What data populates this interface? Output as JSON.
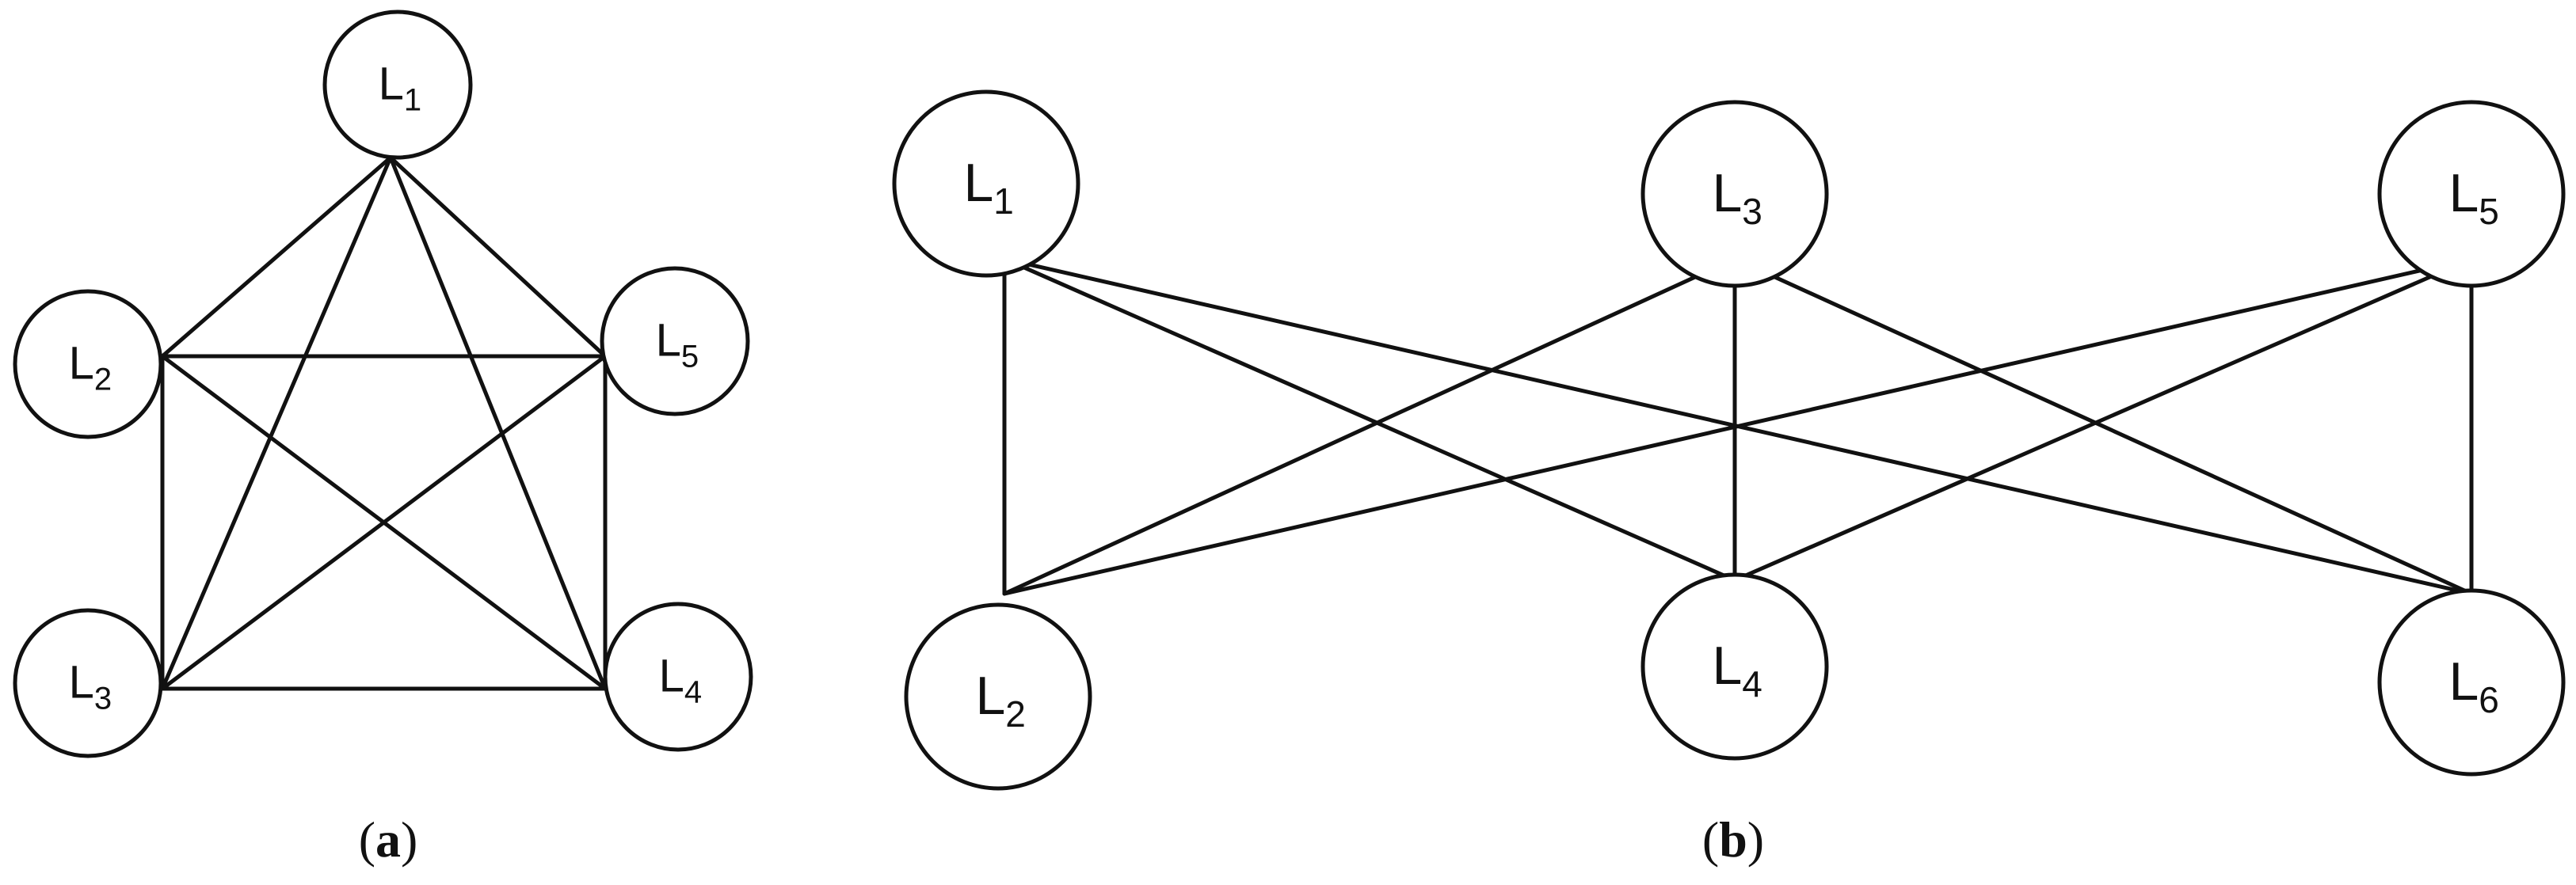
{
  "panels": [
    {
      "id": "a",
      "caption_letter": "a",
      "nodes": [
        {
          "id": "L1",
          "letter": "L",
          "index": "1"
        },
        {
          "id": "L2",
          "letter": "L",
          "index": "2"
        },
        {
          "id": "L3",
          "letter": "L",
          "index": "3"
        },
        {
          "id": "L4",
          "letter": "L",
          "index": "4"
        },
        {
          "id": "L5",
          "letter": "L",
          "index": "5"
        }
      ],
      "edges": [
        [
          "L1",
          "L2"
        ],
        [
          "L1",
          "L3"
        ],
        [
          "L1",
          "L4"
        ],
        [
          "L1",
          "L5"
        ],
        [
          "L2",
          "L3"
        ],
        [
          "L2",
          "L4"
        ],
        [
          "L2",
          "L5"
        ],
        [
          "L3",
          "L4"
        ],
        [
          "L3",
          "L5"
        ],
        [
          "L4",
          "L5"
        ]
      ]
    },
    {
      "id": "b",
      "caption_letter": "b",
      "nodes": [
        {
          "id": "L1",
          "letter": "L",
          "index": "1"
        },
        {
          "id": "L2",
          "letter": "L",
          "index": "2"
        },
        {
          "id": "L3",
          "letter": "L",
          "index": "3"
        },
        {
          "id": "L4",
          "letter": "L",
          "index": "4"
        },
        {
          "id": "L5",
          "letter": "L",
          "index": "5"
        },
        {
          "id": "L6",
          "letter": "L",
          "index": "6"
        }
      ],
      "edges": [
        [
          "L1",
          "L2"
        ],
        [
          "L1",
          "L4"
        ],
        [
          "L1",
          "L6"
        ],
        [
          "L2",
          "L3"
        ],
        [
          "L2",
          "L5"
        ],
        [
          "L3",
          "L4"
        ],
        [
          "L3",
          "L6"
        ],
        [
          "L4",
          "L5"
        ],
        [
          "L5",
          "L6"
        ]
      ]
    }
  ],
  "colors": {
    "stroke": "#111111",
    "background": "#ffffff"
  }
}
